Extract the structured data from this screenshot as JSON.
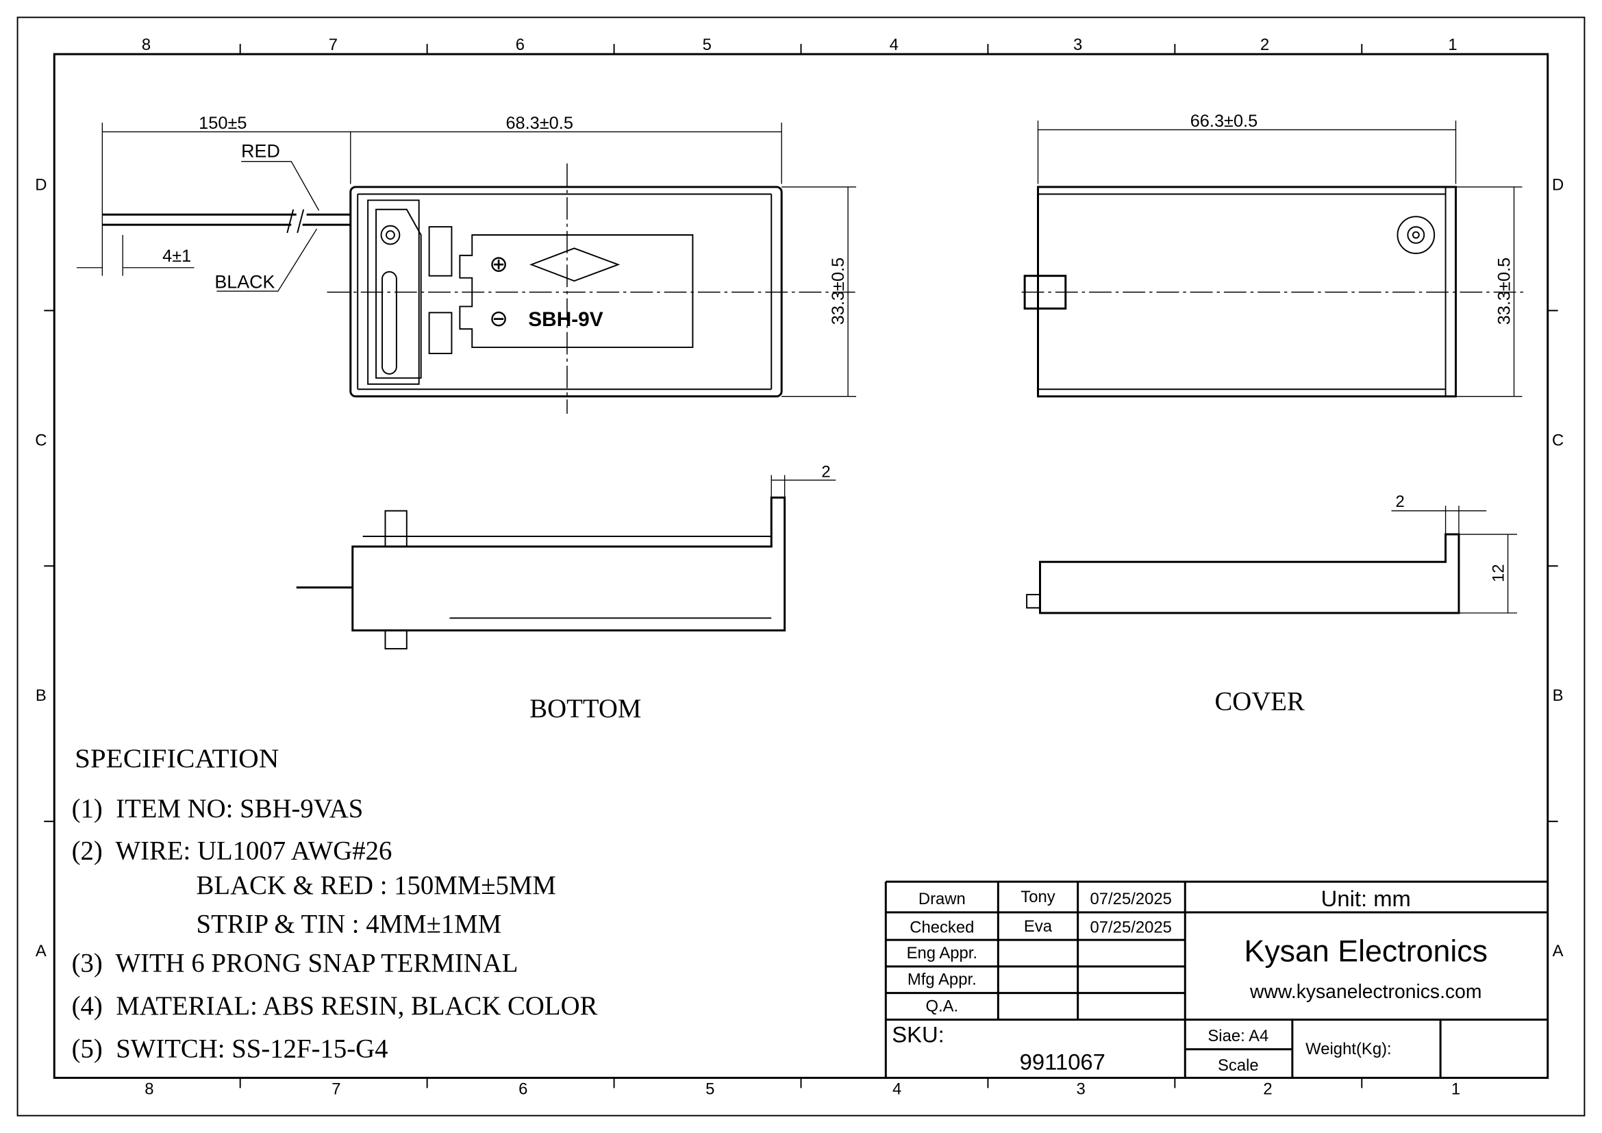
{
  "frame": {
    "columns_top": [
      "8",
      "7",
      "6",
      "5",
      "4",
      "3",
      "2",
      "1"
    ],
    "columns_bottom": [
      "8",
      "7",
      "6",
      "5",
      "4",
      "3",
      "2",
      "1"
    ],
    "rows_left": [
      "D",
      "C",
      "B",
      "A"
    ],
    "rows_right": [
      "D",
      "C",
      "B",
      "A"
    ]
  },
  "bottom_view": {
    "dim_wire_length": "150±5",
    "dim_length": "68.3±0.5",
    "dim_width": "33.3±0.5",
    "dim_strip": "4±1",
    "label_red": "RED",
    "label_black": "BLACK",
    "label_text": "SBH-9V",
    "plus_symbol": "⊕",
    "minus_symbol": "⊖",
    "dim_wall": "2",
    "title": "BOTTOM"
  },
  "cover_view": {
    "dim_length": "66.3±0.5",
    "dim_width": "33.3±0.5",
    "dim_wall": "2",
    "dim_height": "12",
    "title": "COVER"
  },
  "specification": {
    "heading": "SPECIFICATION",
    "lines": [
      "(1)  ITEM NO: SBH-9VAS",
      "(2)  WIRE: UL1007 AWG#26",
      "BLACK & RED : 150MM±5MM",
      "STRIP & TIN : 4MM±1MM",
      "(3)  WITH 6 PRONG SNAP TERMINAL",
      "(4)  MATERIAL: ABS RESIN, BLACK COLOR",
      "(5)  SWITCH: SS-12F-15-G4"
    ]
  },
  "title_block": {
    "rows": [
      {
        "label": "Drawn",
        "name": "Tony",
        "date": "07/25/2025"
      },
      {
        "label": "Checked",
        "name": "Eva",
        "date": "07/25/2025"
      },
      {
        "label": "Eng Appr.",
        "name": "",
        "date": ""
      },
      {
        "label": "Mfg Appr.",
        "name": "",
        "date": ""
      },
      {
        "label": "Q.A.",
        "name": "",
        "date": ""
      }
    ],
    "unit": "Unit: mm",
    "company": "Kysan Electronics",
    "website": "www.kysanelectronics.com",
    "sku_label": "SKU:",
    "sku": "9911067",
    "size": "Siae: A4",
    "scale": "Scale",
    "weight": "Weight(Kg):"
  }
}
